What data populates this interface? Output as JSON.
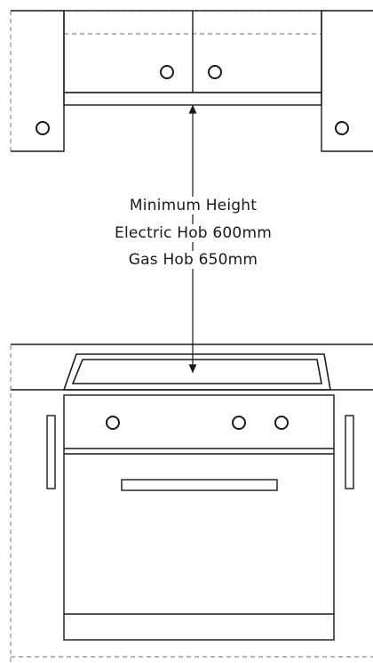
{
  "diagram": {
    "labels": {
      "line1": "Minimum Height",
      "line2": "Electric Hob 600mm",
      "line3": "Gas Hob 650mm"
    },
    "colors": {
      "line": "#1a1a1a",
      "dashed": "#8a8a8a",
      "background": "#ffffff"
    },
    "icons": {
      "knob": "circle-outline"
    }
  }
}
